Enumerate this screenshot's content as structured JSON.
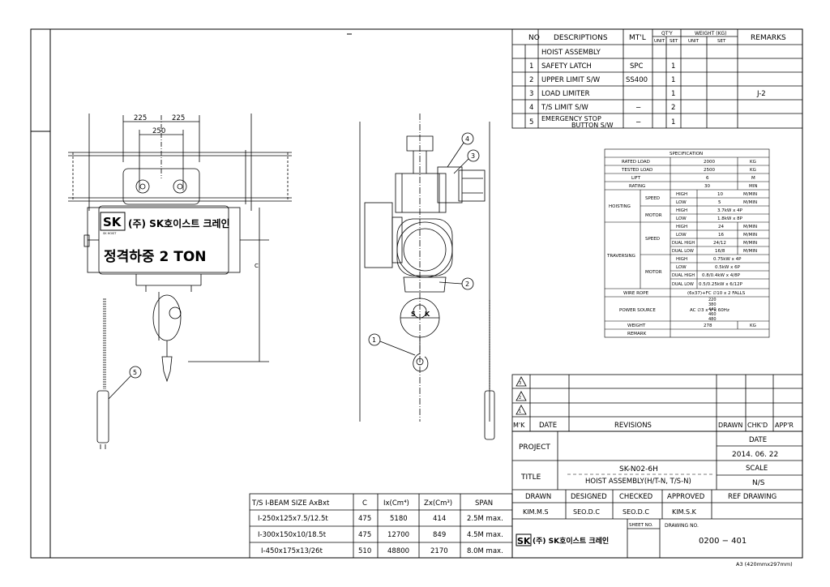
{
  "parts_table": {
    "headers": {
      "no": "NO",
      "desc": "DESCRIPTIONS",
      "mtl": "MT'L",
      "qty": "QT'Y",
      "qty_unit": "UNIT",
      "qty_set": "SET",
      "weight": "WEIGHT (KG)",
      "w_unit": "UNIT",
      "w_set": "SET",
      "remarks": "REMARKS"
    },
    "rows": [
      {
        "no": "",
        "desc": "HOIST ASSEMBLY",
        "mtl": "",
        "unit": "",
        "set": "",
        "remarks": ""
      },
      {
        "no": "1",
        "desc": "SAFETY LATCH",
        "mtl": "SPC",
        "unit": "",
        "set": "1",
        "remarks": ""
      },
      {
        "no": "2",
        "desc": "UPPER LIMIT S/W",
        "mtl": "SS400",
        "unit": "",
        "set": "1",
        "remarks": ""
      },
      {
        "no": "3",
        "desc": "LOAD LIMITER",
        "mtl": "",
        "unit": "",
        "set": "1",
        "remarks": "J-2"
      },
      {
        "no": "4",
        "desc": "T/S LIMIT S/W",
        "mtl": "−",
        "unit": "",
        "set": "2",
        "remarks": ""
      },
      {
        "no": "5",
        "desc": "EMERGENCY STOP",
        "desc2": "BUTTON S/W",
        "mtl": "−",
        "unit": "",
        "set": "1",
        "remarks": ""
      }
    ]
  },
  "spec": {
    "title": "SPECIFICATION",
    "rated_load": {
      "label": "RATED LOAD",
      "value": "2000",
      "unit": "KG"
    },
    "tested_load": {
      "label": "TESTED LOAD",
      "value": "2500",
      "unit": "KG"
    },
    "lift": {
      "label": "LIFT",
      "value": "6",
      "unit": "M"
    },
    "rating": {
      "label": "RATING",
      "value": "30",
      "unit": "MIN"
    },
    "hoisting": "HOISTING",
    "traversing": "TRAVERSING",
    "speed": "SPEED",
    "motor": "MOTOR",
    "h_speed_high": {
      "k": "HIGH",
      "v": "10",
      "u": "M/MIN"
    },
    "h_speed_low": {
      "k": "LOW",
      "v": "5",
      "u": "M/MIN"
    },
    "h_motor_high": {
      "k": "HIGH",
      "v": "3.7kW x 4P"
    },
    "h_motor_low": {
      "k": "LOW",
      "v": "1.8kW x 8P"
    },
    "t_speed_high": {
      "k": "HIGH",
      "v": "24",
      "u": "M/MIN"
    },
    "t_speed_low": {
      "k": "LOW",
      "v": "16",
      "u": "M/MIN"
    },
    "t_speed_dh": {
      "k": "DUAL HIGH",
      "v": "24/12",
      "u": "M/MIN"
    },
    "t_speed_dl": {
      "k": "DUAL LOW",
      "v": "16/8",
      "u": "M/MIN"
    },
    "t_motor_high": {
      "k": "HIGH",
      "v": "0.75kW x 4P"
    },
    "t_motor_low": {
      "k": "LOW",
      "v": "0.5kW x 6P"
    },
    "t_motor_dh": {
      "k": "DUAL HIGH",
      "v": "0.8/0.4kW x 4/8P"
    },
    "t_motor_dl": {
      "k": "DUAL LOW",
      "v": "0.5/0.25kW x 6/12P"
    },
    "wire_rope": {
      "label": "WIRE ROPE",
      "value": "(6x37)+FC ∅10 x 2 FALLS"
    },
    "power": {
      "label": "POWER SOURCE",
      "voltages": "220\n380\n440\n460\n480",
      "value": "AC ∅3 x      V x 60Hz"
    },
    "weight": {
      "label": "WEIGHT",
      "value": "278",
      "unit": "KG"
    },
    "remark": {
      "label": "REMARK",
      "value": ""
    }
  },
  "revisions": {
    "mk": "M'K",
    "date": "DATE",
    "revisions": "REVISIONS",
    "drawn": "DRAWN",
    "chkd": "CHK'D",
    "appr": "APP'R"
  },
  "title_block": {
    "project": "PROJECT",
    "date_label": "DATE",
    "date": "2014. 06. 22",
    "title_label": "TITLE",
    "drawing_code": "SK-N02-6H",
    "drawing_title": "HOIST ASSEMBLY(H/T-N, T/S-N)",
    "scale_label": "SCALE",
    "scale": "N/S",
    "drawn": "DRAWN",
    "designed": "DESIGNED",
    "checked": "CHECKED",
    "approved": "APPROVED",
    "ref": "REF DRAWING",
    "drawn_by": "KIM.M.S",
    "designed_by": "SEO.D.C",
    "checked_by": "SEO.D.C",
    "approved_by": "KIM.S.K",
    "sheet_no": "SHEET NO.",
    "drawing_no_label": "DRAWING NO.",
    "drawing_no": "0200 − 401",
    "company": "(주) SK호이스트 크레인",
    "sheet_size": "A3 (420mmx297mm)"
  },
  "beam_table": {
    "headers": [
      "T/S I-BEAM SIZE AxBxt",
      "C",
      "Ix(Cm⁴)",
      "Zx(Cm³)",
      "SPAN"
    ],
    "rows": [
      [
        "I-250x125x7.5/12.5t",
        "475",
        "5180",
        "414",
        "2.5M max."
      ],
      [
        "I-300x150x10/18.5t",
        "475",
        "12700",
        "849",
        "4.5M max."
      ],
      [
        "I-450x175x13/26t",
        "510",
        "48800",
        "2170",
        "8.0M max."
      ]
    ]
  },
  "front_view": {
    "dim_225_left": "225",
    "dim_225_right": "225",
    "dim_250": "250",
    "logo": "SK",
    "logo_sub": "SK HOIST",
    "company_label": "(주) SK호이스트 크레인",
    "capacity_label": "정격하중 2 TON",
    "dim_c": "C",
    "balloon_5": "5"
  },
  "side_view": {
    "balloon_1": "1",
    "balloon_2": "2",
    "balloon_3": "3",
    "balloon_4": "4",
    "drum_s": "S",
    "drum_k": "K"
  }
}
